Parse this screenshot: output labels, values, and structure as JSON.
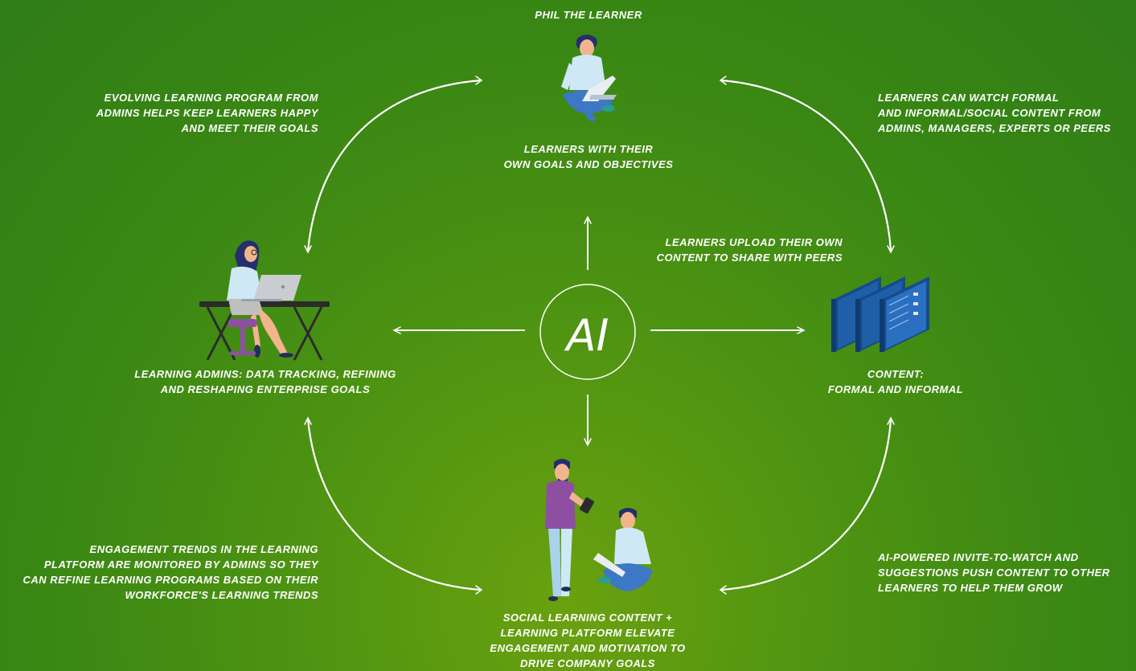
{
  "hub": {
    "label": "AI"
  },
  "nodes": {
    "learner": {
      "name": "Phil the learner",
      "caption": "Learners with their\nown goals and objectives"
    },
    "admins": {
      "caption": "Learning Admins: Data tracking, refining\nand reshaping enterprise goals"
    },
    "content": {
      "caption": "Content:\nFormal and Informal"
    },
    "social": {
      "caption": "Social learning content +\nlearning platform elevate\nengagement  and motivation to\ndrive company goals"
    }
  },
  "edges": {
    "admins_to_learner": "Evolving learning program from\nadmins helps keep learners happy\nand meet their goals",
    "learner_to_content": "Learners can watch formal\nand informal/social content from\nadmins,  managers, experts or peers",
    "learner_upload": "Learners upload their own\ncontent to share with peers",
    "social_to_admins": "Engagement trends in the learning\nplatform are monitored by admins so they\ncan refine learning programs  based on their\nworkforce's learning trends",
    "content_to_social": "AI-powered invite-to-watch and\nsuggestions push content to other\nlearners to help them grow"
  },
  "colors": {
    "background": "#3a8714",
    "line": "#ffffff",
    "shirt_light": "#cfe8f5",
    "pants_blue": "#3d78c4",
    "hair_navy": "#23306b",
    "skin": "#f2b48d",
    "purple": "#8e4fa3",
    "doc_blue": "#1f5fa8"
  },
  "icons": [
    "learner-figure-icon",
    "admin-at-desk-icon",
    "content-documents-icon",
    "social-pair-icon"
  ]
}
